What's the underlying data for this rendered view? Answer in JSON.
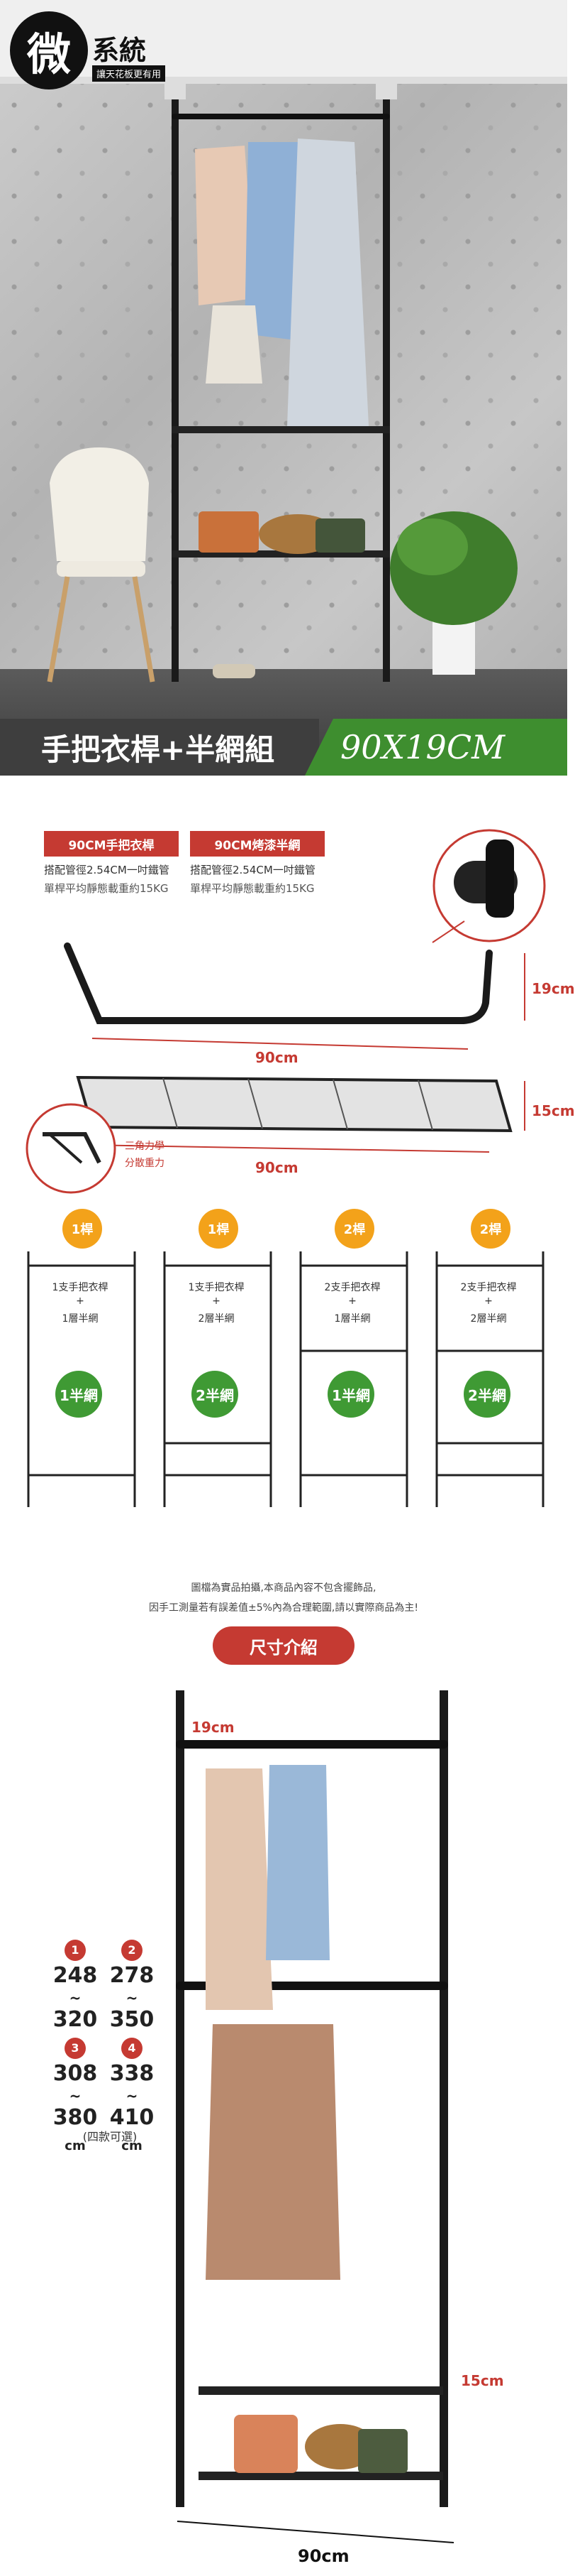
{
  "hero": {
    "logo_char": "微",
    "logo_name": "系統",
    "logo_sub": "讓天花板更有用",
    "title": "手把衣桿+半網組",
    "size": "90X19CM"
  },
  "spec": {
    "rod_label": "90CM手把衣桿",
    "net_label": "90CM烤漆半網",
    "rod_line1": "搭配管徑2.54CM一吋鐵管",
    "rod_line2": "單桿平均靜態載重約15KG",
    "net_line1": "搭配管徑2.54CM一吋鐵管",
    "net_line2": "單桿平均靜態載重約15KG",
    "rod_width": "90cm",
    "rod_depth": "19cm",
    "net_width": "90cm",
    "net_depth": "15cm",
    "tri_line1": "三角力學",
    "tri_line2": "分散重力"
  },
  "configs": [
    {
      "badge": "1桿",
      "line1": "1支手把衣桿",
      "plus": "+",
      "line2": "1層半網",
      "net": "1半網"
    },
    {
      "badge": "1桿",
      "line1": "1支手把衣桿",
      "plus": "+",
      "line2": "2層半網",
      "net": "2半網"
    },
    {
      "badge": "2桿",
      "line1": "2支手把衣桿",
      "plus": "+",
      "line2": "1層半網",
      "net": "1半網"
    },
    {
      "badge": "2桿",
      "line1": "2支手把衣桿",
      "plus": "+",
      "line2": "2層半網",
      "net": "2半網"
    }
  ],
  "markers": {
    "one": "1",
    "two": "2"
  },
  "notes": {
    "line1": "圖檔為實品拍攝,本商品內容不包含擺飾品,",
    "line2": "因手工測量若有誤差值±5%內為合理範圍,請以實際商品為主!"
  },
  "size_section": {
    "title": "尺寸介紹",
    "ranges": [
      {
        "num": "1",
        "min": "248",
        "max": "320",
        "unit": "cm"
      },
      {
        "num": "2",
        "min": "278",
        "max": "350",
        "unit": "cm"
      },
      {
        "num": "3",
        "min": "308",
        "max": "380",
        "unit": "cm"
      },
      {
        "num": "4",
        "min": "338",
        "max": "410",
        "unit": "cm"
      }
    ],
    "tilde": "~",
    "four_note": "(四款可選)",
    "top_depth": "19cm",
    "net_depth": "15cm",
    "width": "90cm"
  },
  "colors": {
    "accent": "#c53a32",
    "green": "#3f9a34",
    "orange": "#f3a21a",
    "dark": "#3e3e3e"
  }
}
